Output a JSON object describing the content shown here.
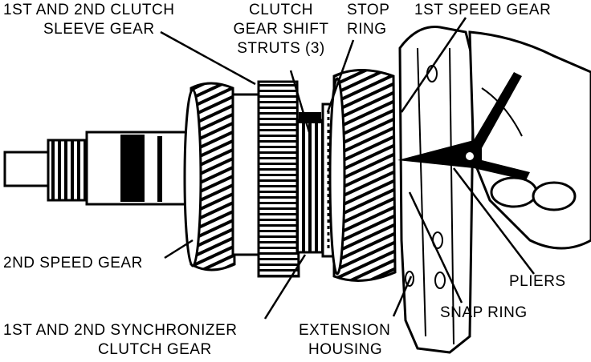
{
  "labels": {
    "sleeve_gear_line1": "1ST AND 2ND CLUTCH",
    "sleeve_gear_line2": "SLEEVE GEAR",
    "struts_line1": "CLUTCH",
    "struts_line2": "GEAR SHIFT",
    "struts_line3": "STRUTS (3)",
    "stop_ring_line1": "STOP",
    "stop_ring_line2": "RING",
    "first_speed_gear": "1ST SPEED GEAR",
    "second_speed_gear": "2ND SPEED GEAR",
    "pliers": "PLIERS",
    "snap_ring": "SNAP RING",
    "synchro_line1": "1ST AND 2ND SYNCHRONIZER",
    "synchro_line2": "CLUTCH GEAR",
    "housing_line1": "EXTENSION",
    "housing_line2": "HOUSING"
  },
  "colors": {
    "ink": "#000000",
    "paper": "#ffffff"
  }
}
